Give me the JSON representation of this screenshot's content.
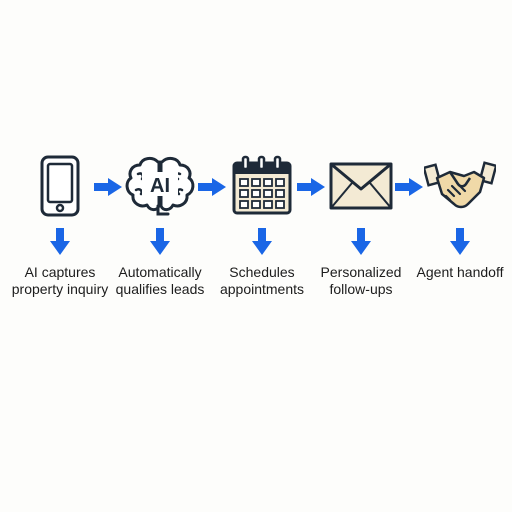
{
  "accent_color": "#1a66e6",
  "steps": [
    {
      "icon": "smartphone-icon",
      "label": "AI captures property inquiry"
    },
    {
      "icon": "ai-brain-icon",
      "icon_text": "AI",
      "label": "Automatically qualifies leads"
    },
    {
      "icon": "calendar-icon",
      "label": "Schedules appointments"
    },
    {
      "icon": "envelope-icon",
      "label": "Personalized follow-ups"
    },
    {
      "icon": "handshake-icon",
      "label": "Agent handoff"
    }
  ]
}
